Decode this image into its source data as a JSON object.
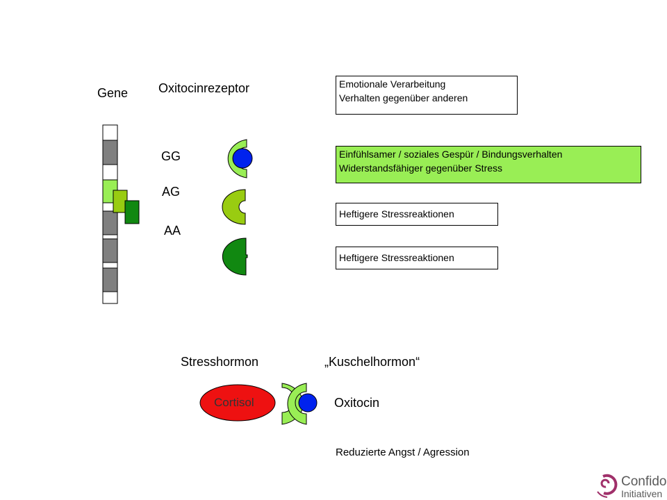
{
  "labels": {
    "gene": "Gene",
    "receptor": "Oxitocinrezeptor",
    "gg": "GG",
    "ag": "AG",
    "aa": "AA",
    "stress_hormone": "Stresshormon",
    "cuddle_hormone": "„Kuschelhormon“",
    "cortisol": "Cortisol",
    "oxitocin": "Oxitocin",
    "reduced": "Reduzierte Angst / Agression"
  },
  "boxes": {
    "emotional": {
      "line1": "Emotionale Verarbeitung",
      "line2": "Verhalten gegenüber anderen"
    },
    "empathy": {
      "line1": "Einfühlsamer / soziales Gespür / Bindungsverhalten",
      "line2": "Widerstandsfähiger gegenüber Stress"
    },
    "stress1": {
      "line1": "Heftigere Stressreaktionen"
    },
    "stress2": {
      "line1": "Heftigere Stressreaktionen"
    }
  },
  "logo": {
    "line1": "Confido",
    "line2": "Initiativen"
  },
  "colors": {
    "light_green": "#99ee55",
    "mid_green": "#99cc11",
    "dark_green": "#118811",
    "blue": "#0022ee",
    "red": "#ee1111",
    "gray": "#808080",
    "logo_magenta": "#a0306a"
  }
}
